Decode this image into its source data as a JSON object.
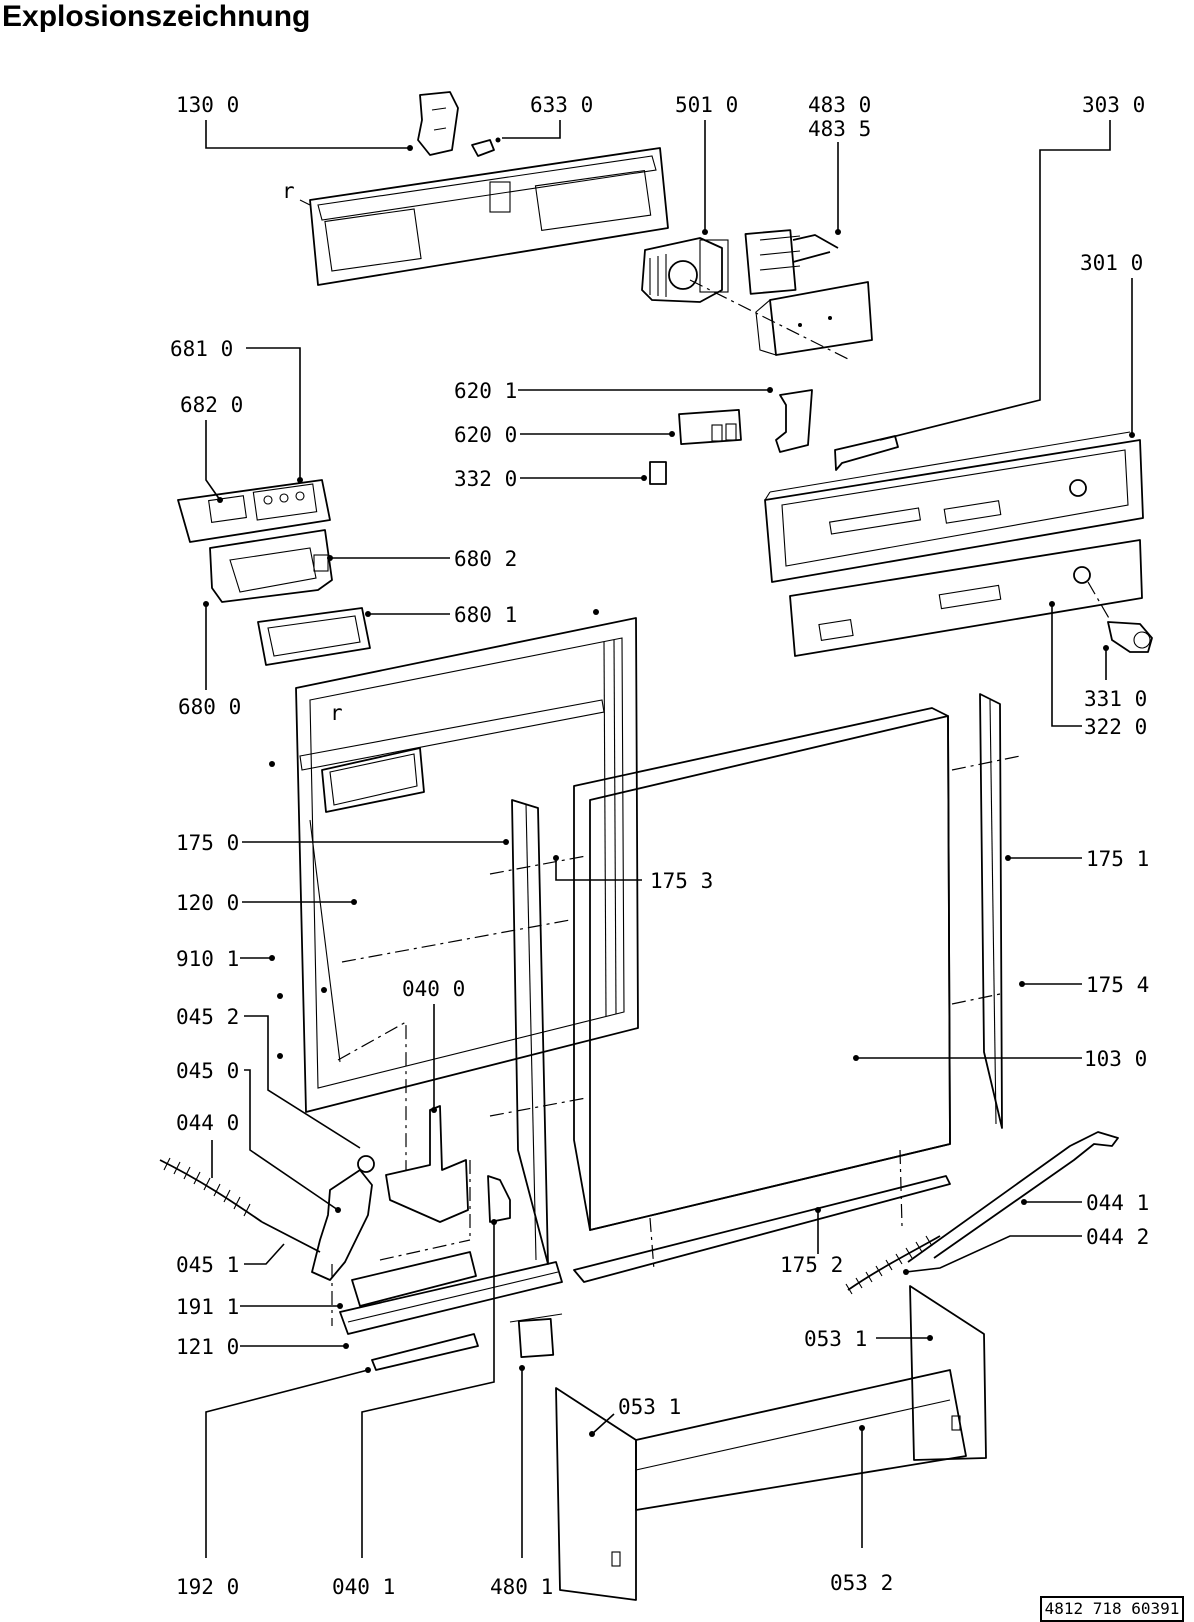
{
  "title": "Explosionszeichnung",
  "doc_number": "4812 718 60391",
  "labels": {
    "p1300": "130 0",
    "p6330": "633 0",
    "p5010": "501 0",
    "p4830": "483 0",
    "p4835": "483 5",
    "p3030": "303 0",
    "p3010": "301 0",
    "p6810": "681 0",
    "p6820": "682 0",
    "p6201": "620 1",
    "p6200": "620 0",
    "p3320": "332 0",
    "p6802": "680 2",
    "p6801": "680 1",
    "p6800": "680 0",
    "p3310": "331 0",
    "p3220": "322 0",
    "p1750": "175 0",
    "p1753": "175 3",
    "p1751": "175 1",
    "p1200": "120 0",
    "p9101": "910 1",
    "p0400": "040 0",
    "p1754": "175 4",
    "p0452": "045 2",
    "p1030": "103 0",
    "p0450": "045 0",
    "p0440": "044 0",
    "p0441": "044 1",
    "p0451": "045 1",
    "p1752": "175 2",
    "p0442": "044 2",
    "p1911": "191 1",
    "p0531a": "053 1",
    "p1210": "121 0",
    "p0531b": "053 1",
    "p0532": "053 2",
    "p1920": "192 0",
    "p0401": "040 1",
    "p4801": "480 1",
    "mark_r1": "r",
    "mark_r2": "r"
  }
}
